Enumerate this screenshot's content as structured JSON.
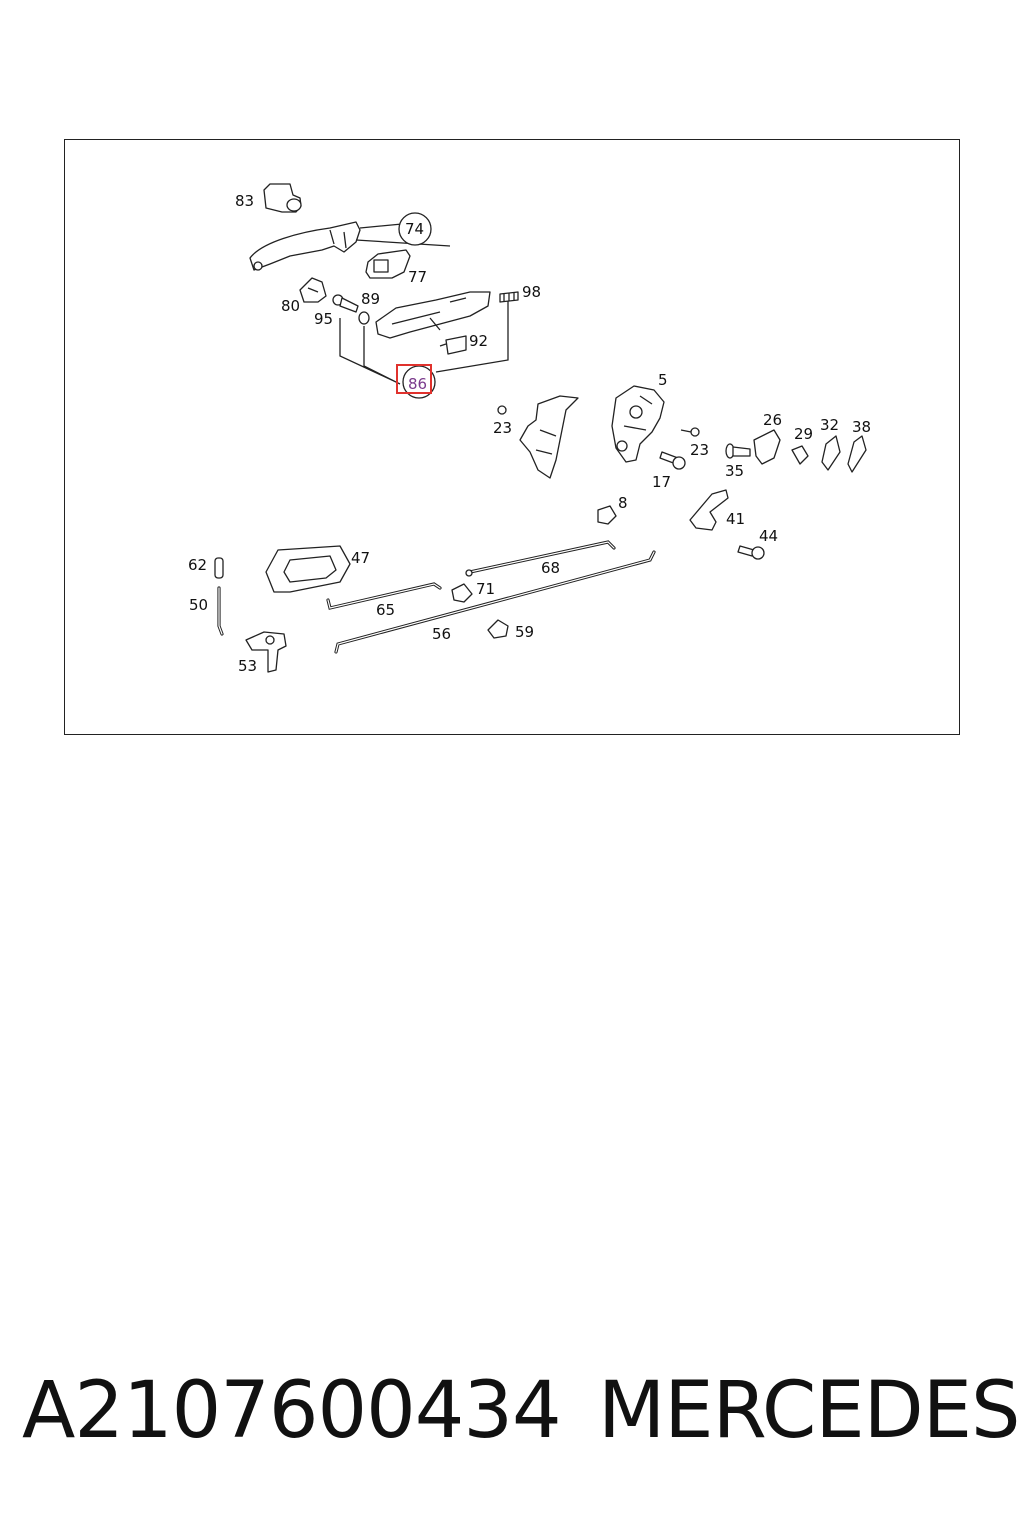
{
  "diagram": {
    "callouts": [
      "83",
      "74",
      "77",
      "80",
      "89",
      "95",
      "98",
      "92",
      "86",
      "5",
      "23",
      "23",
      "26",
      "29",
      "32",
      "38",
      "17",
      "35",
      "8",
      "41",
      "44",
      "62",
      "47",
      "50",
      "68",
      "71",
      "65",
      "56",
      "59",
      "53"
    ],
    "highlighted_callout": "86",
    "highlight_color": "#e0322d",
    "circled_callouts": [
      "74",
      "86"
    ]
  },
  "caption": {
    "part_number": "A2107600434",
    "brand": "MERCEDES"
  }
}
